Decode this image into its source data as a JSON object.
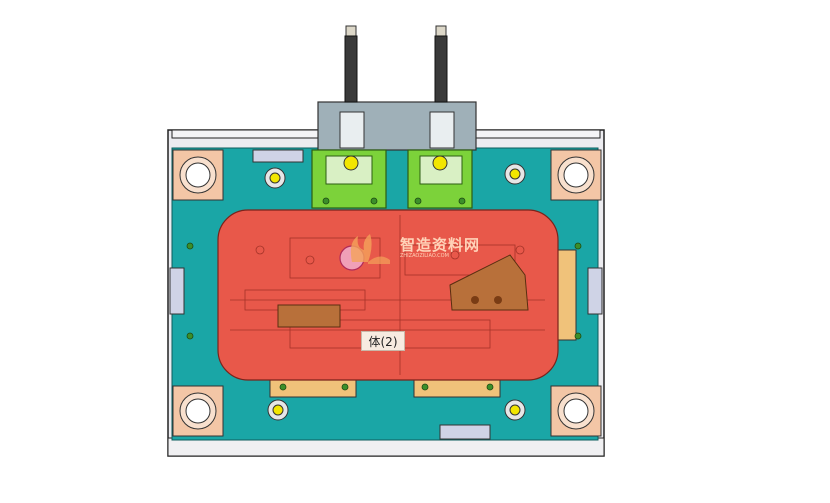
{
  "viewport": {
    "background": "#ffffff",
    "part_name": "体(2)"
  },
  "watermark": {
    "text": "智造资料网",
    "subtext": "ZHIZAOZILIAO.COM"
  },
  "colors": {
    "plate_teal": "#1aa6a6",
    "core_red": "#e8584a",
    "slider_green": "#7cd23a",
    "clamp_gray": "#9fb0b8",
    "insert_brown": "#b8703a",
    "bushing_peach": "#f3c6a6",
    "pin_yellow": "#f2e600",
    "frame_gray": "#e8e8ec",
    "tan_block": "#f0c27a"
  }
}
